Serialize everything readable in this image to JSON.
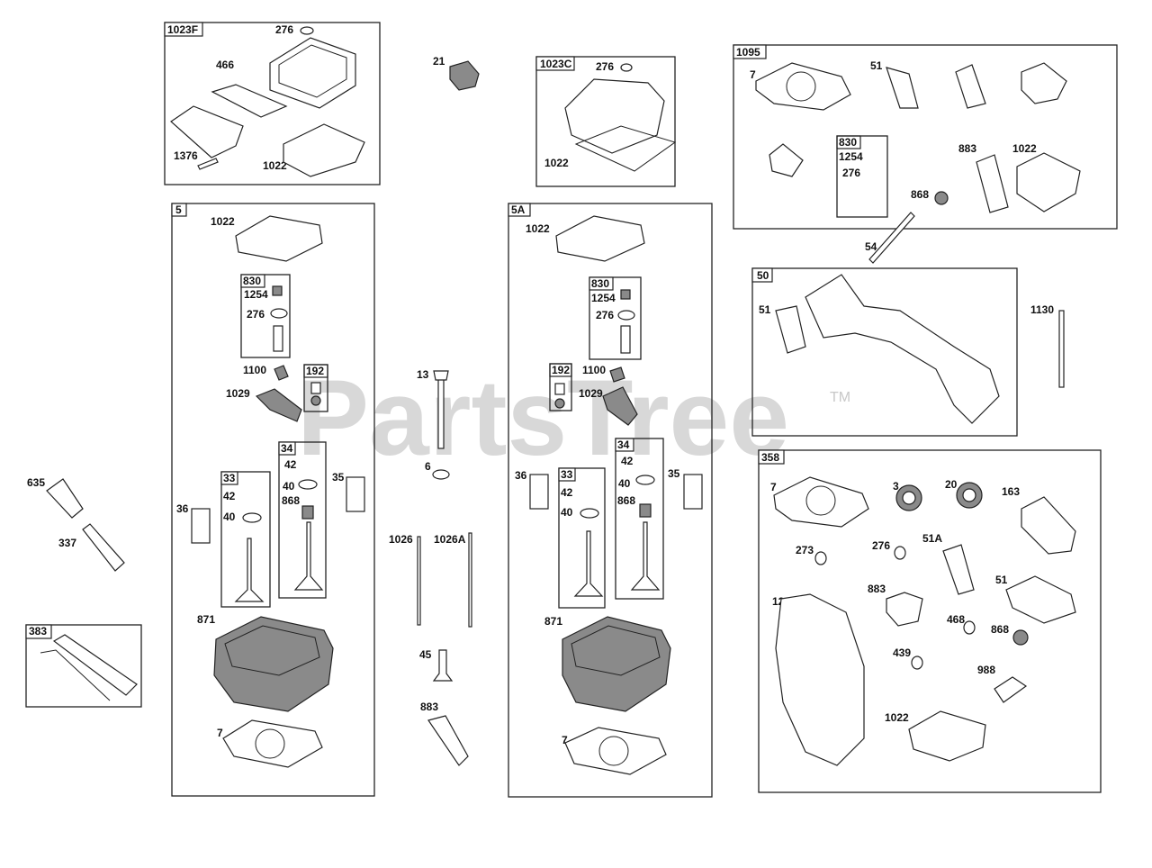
{
  "watermark": {
    "text": "PartsTree",
    "tm": "TM"
  },
  "groups": {
    "g1023F": {
      "tag": "1023F",
      "parts": {
        "p276": "276",
        "p466": "466",
        "p1376": "1376",
        "p1022": "1022"
      }
    },
    "g21": {
      "label": "21"
    },
    "g1023C": {
      "tag": "1023C",
      "parts": {
        "p276": "276",
        "p1022": "1022"
      }
    },
    "g1095": {
      "tag": "1095",
      "parts": {
        "p7": "7",
        "p51": "51",
        "p830": "830",
        "p1254": "1254",
        "p276": "276",
        "p883": "883",
        "p1022": "1022",
        "p868": "868"
      }
    },
    "g5": {
      "tag": "5",
      "parts": {
        "p1022": "1022",
        "p830": "830",
        "p1254": "1254",
        "p276": "276",
        "p1100": "1100",
        "p192": "192",
        "p1029": "1029",
        "p34": "34",
        "p42b": "42",
        "p35": "35",
        "p33": "33",
        "p40b": "40",
        "p868": "868",
        "p36": "36",
        "p42": "42",
        "p40": "40",
        "p871": "871",
        "p7": "7"
      }
    },
    "loose": {
      "p13": "13",
      "p6": "6",
      "p1026": "1026",
      "p1026A": "1026A",
      "p45": "45",
      "p883": "883",
      "p635": "635",
      "p337": "337",
      "p54": "54",
      "p1130": "1130"
    },
    "g383": {
      "tag": "383"
    },
    "g5A": {
      "tag": "5A",
      "parts": {
        "p1022": "1022",
        "p830": "830",
        "p1254": "1254",
        "p276": "276",
        "p192": "192",
        "p1100": "1100",
        "p1029": "1029",
        "p34": "34",
        "p42b": "42",
        "p36": "36",
        "p33": "33",
        "p40b": "40",
        "p35": "35",
        "p42": "42",
        "p40": "40",
        "p868": "868",
        "p871": "871",
        "p7": "7"
      }
    },
    "g50": {
      "tag": "50",
      "parts": {
        "p51": "51"
      }
    },
    "g358": {
      "tag": "358",
      "parts": {
        "p7": "7",
        "p3": "3",
        "p20": "20",
        "p163": "163",
        "p273": "273",
        "p276": "276",
        "p51A": "51A",
        "p12": "12",
        "p883": "883",
        "p51": "51",
        "p468": "468",
        "p868": "868",
        "p439": "439",
        "p988": "988",
        "p1022": "1022"
      }
    }
  }
}
